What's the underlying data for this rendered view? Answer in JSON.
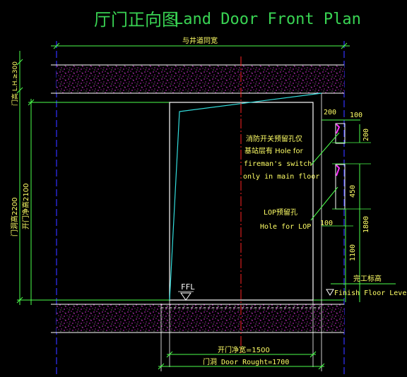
{
  "title": {
    "cn": "厅门正向图",
    "en": "Land Door Front Plan",
    "color": "#39d353"
  },
  "labels": {
    "top_dim": "与井道同宽",
    "lh": "门高 L.H.≥300",
    "door_height_rough": "门洞高2200",
    "door_height_clear": "开门净高2100",
    "fireman_cn": "消防开关预留孔仅",
    "fireman_cn2": "基站层有 Hole for",
    "fireman_en1": "fireman's switch",
    "fireman_en2": "only in main floor",
    "lop_cn": "LOP预留孔",
    "lop_en": "Hole for LOP",
    "ffl": "FFL",
    "finish_floor_cn": "完工标高",
    "finish_floor_en": "Finish Floor Level",
    "clear_width": "开门净宽=1500",
    "rough_width": "门洞 Door Rought=1700"
  },
  "dims": {
    "d200a": "200",
    "d100a": "100",
    "d200b": "200",
    "d450": "450",
    "d1800": "1800",
    "d100b": "100",
    "d1100": "1100"
  },
  "colors": {
    "dim_line": "#4cff4c",
    "text": "#ffff66",
    "concrete": "#ff33ff",
    "door": "#ffffff",
    "leaf": "#33dddd",
    "axis": "#ff2222",
    "border": "#3333ff",
    "hole": "#ff33ff"
  }
}
